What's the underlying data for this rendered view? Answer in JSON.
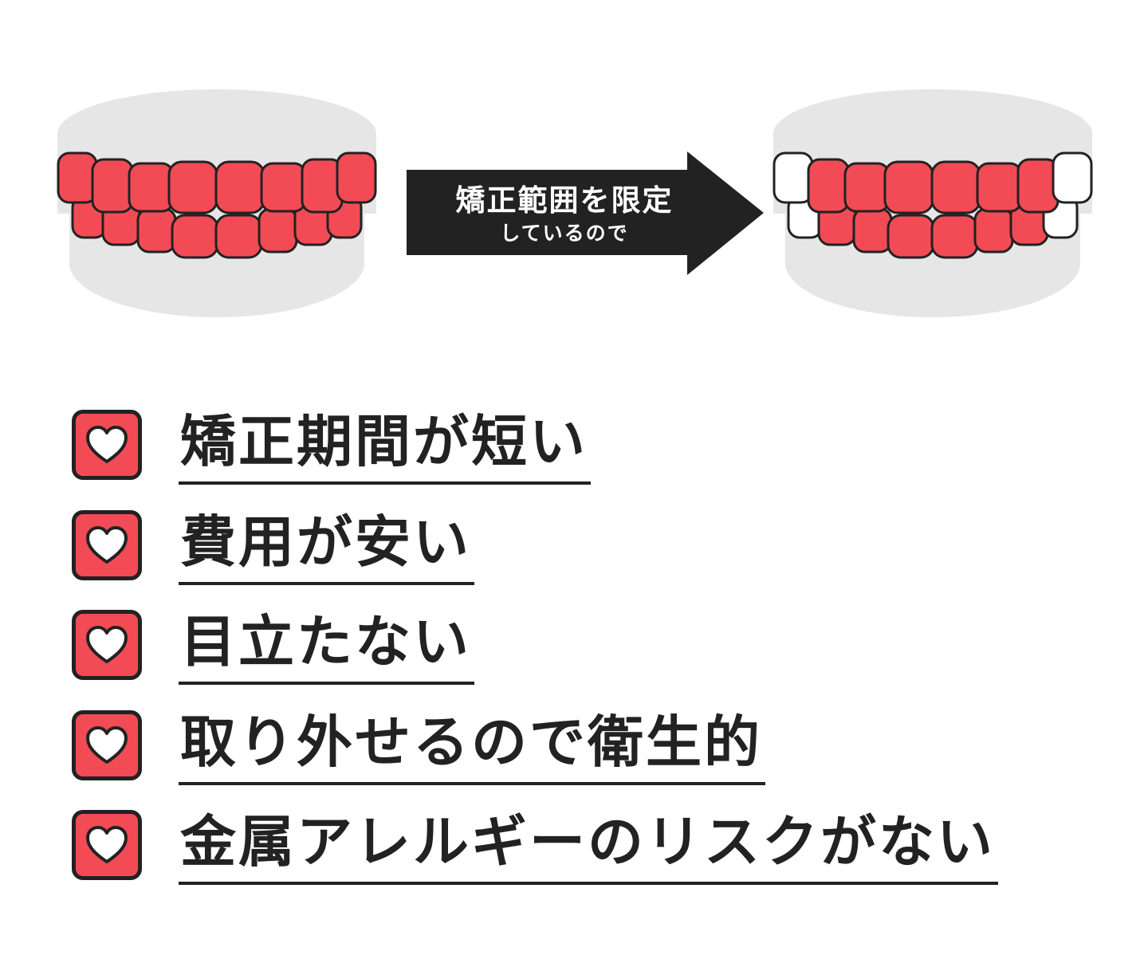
{
  "colors": {
    "tooth_red": "#f24b55",
    "tooth_white": "#ffffff",
    "outline": "#222222",
    "gum_grey": "#e6e6e6",
    "arrow": "#222222"
  },
  "arrow_label": {
    "main": "矯正範囲を限定",
    "sub": "しているので"
  },
  "benefits": [
    {
      "text": "矯正期間が短い",
      "icon": "heart-icon"
    },
    {
      "text": "費用が安い",
      "icon": "heart-icon"
    },
    {
      "text": "目立たない",
      "icon": "heart-icon"
    },
    {
      "text": "取り外せるので衛生的",
      "icon": "heart-icon"
    },
    {
      "text": "金属アレルギーのリスクがない",
      "icon": "heart-icon"
    }
  ]
}
